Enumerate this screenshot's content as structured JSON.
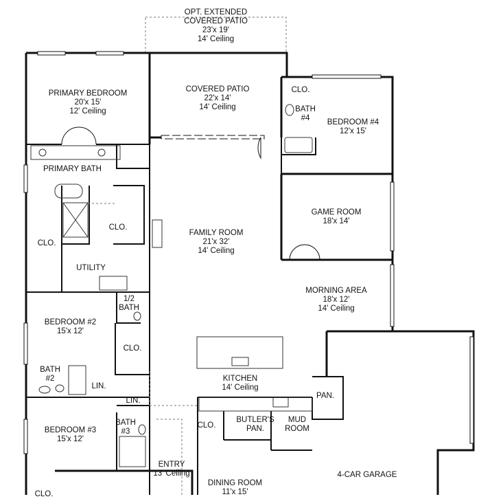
{
  "rooms": {
    "opt_patio": {
      "name": "OPT. EXTENDED",
      "name2": "COVERED PATIO",
      "dims": "23'x 19'",
      "ceiling": "14' Ceiling"
    },
    "primary_bed": {
      "name": "PRIMARY BEDROOM",
      "dims": "20'x 15'",
      "ceiling": "12' Ceiling"
    },
    "covered_patio": {
      "name": "COVERED PATIO",
      "dims": "22'x 14'",
      "ceiling": "14' Ceiling"
    },
    "clo_bath4": {
      "name": "CLO."
    },
    "bath4": {
      "name": "BATH",
      "name2": "#4"
    },
    "bedroom4": {
      "name": "BEDROOM #4",
      "dims": "12'x 15'"
    },
    "primary_bath": {
      "name": "PRIMARY BATH"
    },
    "game_room": {
      "name": "GAME ROOM",
      "dims": "18'x 14'"
    },
    "clo_primary": {
      "name": "CLO."
    },
    "clo_left": {
      "name": "CLO."
    },
    "family_room": {
      "name": "FAMILY ROOM",
      "dims": "21'x 32'",
      "ceiling": "14' Ceiling"
    },
    "utility": {
      "name": "UTILITY"
    },
    "morning_area": {
      "name": "MORNING AREA",
      "dims": "18'x 12'",
      "ceiling": "14' Ceiling"
    },
    "half_bath": {
      "name": "1/2",
      "name2": "BATH"
    },
    "bedroom2": {
      "name": "BEDROOM #2",
      "dims": "15'x 12'"
    },
    "clo_bed2": {
      "name": "CLO."
    },
    "bath2": {
      "name": "BATH",
      "name2": "#2"
    },
    "lin1": {
      "name": "LIN."
    },
    "kitchen": {
      "name": "KITCHEN",
      "ceiling": "14' Ceiling"
    },
    "pan": {
      "name": "PAN."
    },
    "lin2": {
      "name": "LIN."
    },
    "bath3": {
      "name": "BATH",
      "name2": "#3"
    },
    "bedroom3": {
      "name": "BEDROOM #3",
      "dims": "15'x 12'"
    },
    "clo_butler": {
      "name": "CLO."
    },
    "butlers_pan": {
      "name": "BUTLER'S",
      "name2": "PAN."
    },
    "mud_room": {
      "name": "MUD",
      "name2": "ROOM"
    },
    "entry": {
      "name": "ENTRY",
      "ceiling": "13' Ceiling"
    },
    "garage": {
      "name": "4-CAR GARAGE"
    },
    "dining_room": {
      "name": "DINING ROOM",
      "dims": "11'x 15'"
    },
    "clo_bottom": {
      "name": "CLO."
    }
  },
  "colors": {
    "wall": "#111111",
    "dashed": "#777777",
    "fixture": "#333333"
  }
}
